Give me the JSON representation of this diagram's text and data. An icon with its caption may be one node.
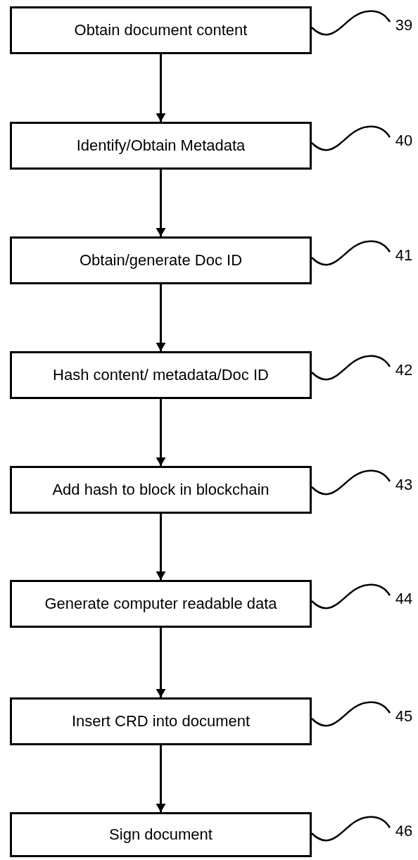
{
  "diagram": {
    "nodes": [
      {
        "text": [
          "Obtain document content"
        ]
      },
      {
        "text": [
          "Identify/Obtain Metadata"
        ]
      },
      {
        "text": [
          "Obtain/generate Doc ID"
        ]
      },
      {
        "text": [
          "Hash content/ metadata/Doc ID"
        ]
      },
      {
        "text": [
          "Add hash to block in blockchain"
        ]
      },
      {
        "text": [
          "Generate computer readable data"
        ]
      },
      {
        "text": [
          "Insert CRD into document"
        ]
      },
      {
        "text": [
          "Sign document"
        ]
      },
      {
        "text": [
          "39"
        ]
      },
      {
        "text": [
          "40"
        ]
      },
      {
        "text": [
          "41"
        ]
      },
      {
        "text": [
          "42"
        ]
      },
      {
        "text": [
          "43"
        ]
      },
      {
        "text": [
          "44"
        ]
      },
      {
        "text": [
          "45"
        ]
      },
      {
        "text": [
          "46"
        ]
      }
    ],
    "edges": [
      {
        "from": 0,
        "to": 1,
        "arrow": "to"
      },
      {
        "from": 1,
        "to": 2,
        "arrow": "to"
      },
      {
        "from": 2,
        "to": 3,
        "arrow": "to"
      },
      {
        "from": 3,
        "to": 4,
        "arrow": "to"
      },
      {
        "from": 4,
        "to": 5,
        "arrow": "to"
      },
      {
        "from": 5,
        "to": 6,
        "arrow": "to"
      },
      {
        "from": 6,
        "to": 7,
        "arrow": "to"
      },
      {
        "from": 8,
        "to": 0,
        "arrow": "none"
      },
      {
        "from": 9,
        "to": 1,
        "arrow": "none"
      },
      {
        "from": 10,
        "to": 2,
        "arrow": "none"
      },
      {
        "from": 11,
        "to": 3,
        "arrow": "none"
      },
      {
        "from": 12,
        "to": 4,
        "arrow": "none"
      },
      {
        "from": 13,
        "to": 5,
        "arrow": "none"
      },
      {
        "from": 14,
        "to": 6,
        "arrow": "none"
      },
      {
        "from": 15,
        "to": 7,
        "arrow": "none"
      }
    ]
  }
}
